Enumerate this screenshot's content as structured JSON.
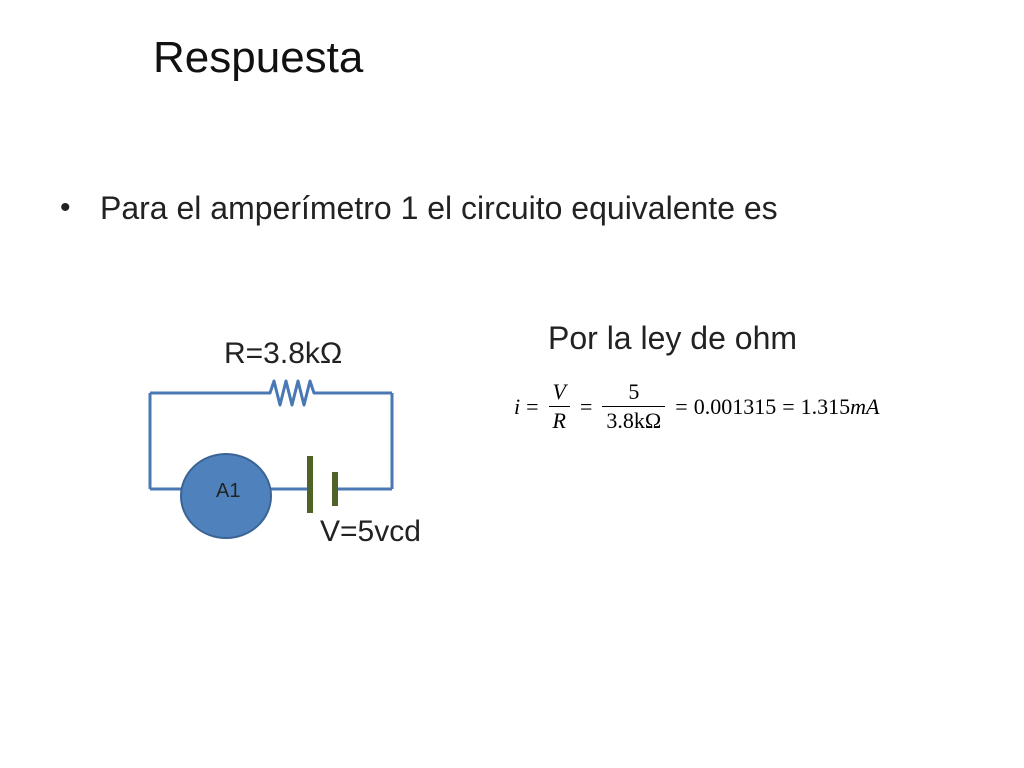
{
  "slide": {
    "title": "Respuesta",
    "bullet": "Para el amperímetro 1 el circuito equivalente es"
  },
  "circuit": {
    "resistor_label": "R=3.8kΩ",
    "source_label": "V=5vcd",
    "ammeter_label": "A1",
    "wire_color": "#4a78b5",
    "battery_color": "#4f6228",
    "ammeter_fill": "#4f81bd"
  },
  "ohm": {
    "heading": "Por la ley de ohm",
    "lhs": "i",
    "eq1": "=",
    "frac1_num": "V",
    "frac1_den": "R",
    "eq2": "=",
    "frac2_num": "5",
    "frac2_den": "3.8kΩ",
    "eq3": "=",
    "value": "0.001315",
    "eq4": "=",
    "result_value": "1.315",
    "result_unit": "mA"
  }
}
